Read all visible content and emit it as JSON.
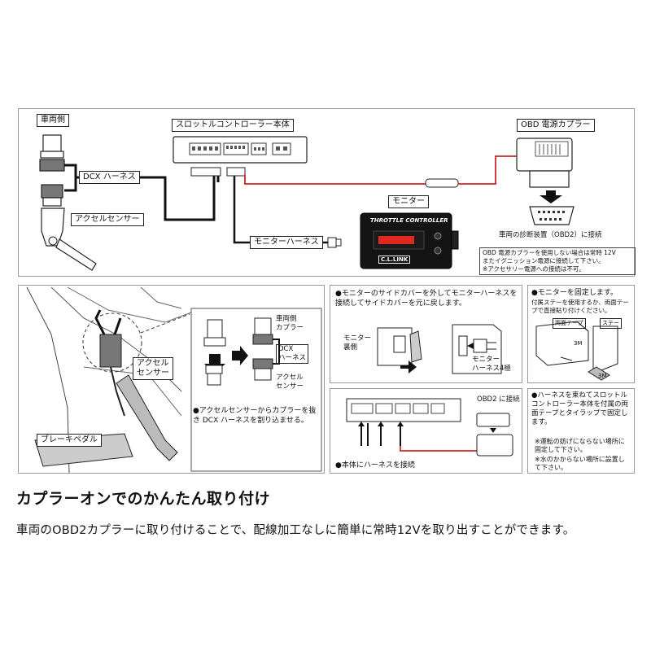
{
  "top_diagram": {
    "vehicle_side_label": "車両側",
    "controller_body_label": "スロットルコントローラー本体",
    "obd_coupler_label": "OBD 電源カプラー",
    "dcx_harness_label": "DCX ハーネス",
    "accel_sensor_label": "アクセルセンサー",
    "monitor_label": "モニター",
    "monitor_harness_label": "モニターハーネス",
    "monitor_screen_title": "THROTTLE CONTROLLER",
    "monitor_brand": "C.L.LINK",
    "obd_diag_label": "車両の診断装置（OBD2）に接続",
    "obd_note_line1": "OBD 電源カプラーを使用しない場合は常時 12V",
    "obd_note_line2": "またイグニッション電源に接続して下さい。",
    "obd_note_line3": "※アクセサリー電源への接続は不可。"
  },
  "panel_accel": {
    "accel_sensor_label": "アクセル\nセンサー",
    "brake_pedal_label": "ブレーキペダル",
    "vehicle_coupler_label": "車両側\nカプラー",
    "dcx_label": "DCX\nハーネス",
    "accel_sensor_small": "アクセル\nセンサー",
    "instruction": "●アクセルセンサーからカプラーを抜き DCX ハーネスを割り込ませる。"
  },
  "panel_monitor_cover": {
    "instruction": "●モニターのサイドカバーを外してモニターハーネスを接続してサイドカバーを元に戻します。",
    "monitor_back_label": "モニター\n裏側",
    "monitor_harness_label": "モニター\nハーネス4極"
  },
  "panel_fix_monitor": {
    "instruction": "●モニターを固定します。",
    "sub_instruction": "付属ステーを使用するか、両面テープで直接貼り付けください。",
    "tape_label": "両面テープ",
    "stay_label": "ステー",
    "tape_brand_1": "3M",
    "tape_brand_2": "3M"
  },
  "panel_harness_body": {
    "obd2_label": "OBD2 に接続",
    "instruction": "●本体にハーネスを接続"
  },
  "panel_tie": {
    "instruction": "●ハーネスを束ねてスロットルコントローラー本体を付属の両面テープとタイラップで固定します。",
    "note1": "※運転の妨げにならない場所に固定して下さい。",
    "note2": "※水のかからない場所に設置して下さい。"
  },
  "heading": "カプラーオンでのかんたん取り付け",
  "description": "車両のOBD2カプラーに取り付けることで、配線加工なしに簡単に常時12Vを取り出すことができます。",
  "colors": {
    "red_wire": "#d0252b",
    "black": "#111111",
    "panel_border": "#9a9a9a",
    "monitor_display": "#e0281e"
  }
}
